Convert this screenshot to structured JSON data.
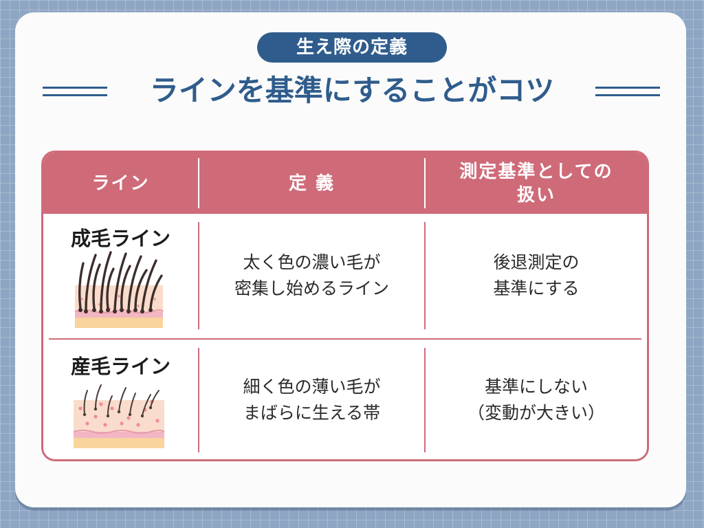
{
  "header": {
    "pill": "生え際の定義",
    "title": "ラインを基準にすることがコツ"
  },
  "table": {
    "columns": [
      "ライン",
      "定 義",
      "測定基準としての扱い"
    ],
    "column3_lines": [
      "測定基準としての",
      "扱い"
    ],
    "rows": [
      {
        "line": "成毛ライン",
        "definition_lines": [
          "太く色の濃い毛が",
          "密集し始めるライン"
        ],
        "treatment_lines": [
          "後退測定の",
          "基準にする"
        ],
        "illustration": "terminal-hair-skin-icon"
      },
      {
        "line": "産毛ライン",
        "definition_lines": [
          "細く色の薄い毛が",
          "まばらに生える帯"
        ],
        "treatment_lines": [
          "基準にしない",
          "（変動が大きい）"
        ],
        "illustration": "vellus-hair-skin-icon"
      }
    ]
  },
  "colors": {
    "navy": "#2f5c8c",
    "rose": "#cf6b79",
    "background": "#8ea6c3",
    "card": "#fbfbfb"
  }
}
